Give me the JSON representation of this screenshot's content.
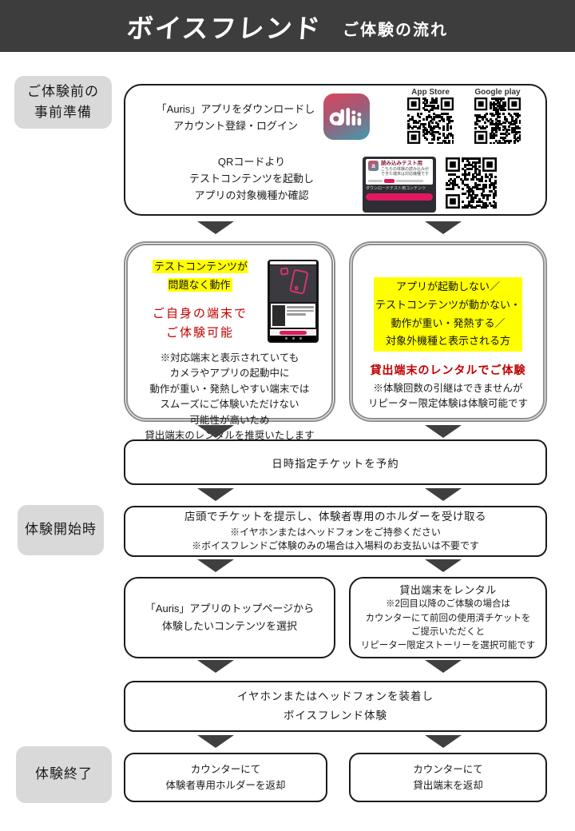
{
  "header": {
    "logo": "ボイスフレンド",
    "subtitle": "ご体験の流れ"
  },
  "stages": {
    "prep": "ご体験前の\n事前準備",
    "start": "体験開始時",
    "end": "体験終了"
  },
  "step1": {
    "download": "「Auris」アプリをダウンロードし\nアカウント登録・ログイン",
    "qr_check": "QRコードより\nテストコンテンツを起動し\nアプリの対象機種か確認",
    "app_store_label": "App Store",
    "google_play_label": "Google play",
    "test_card": {
      "title": "読み込みテスト用",
      "desc": "こちらの体験の読み込みが\nできた端末は対応機種です",
      "caption": "ダウンロードテスト用コンテンツ"
    }
  },
  "branch_left": {
    "highlight": "テストコンテンツが\n問題なく動作",
    "result": "ご自身の端末で\nご体験可能",
    "note": "※対応端末と表示されていても\nカメラやアプリの起動中に\n動作が重い・発熱しやすい端末では\nスムーズにご体験いただけない\n可能性が高いため\n貸出端末のレンタルを推奨いたします"
  },
  "branch_right": {
    "highlight": "アプリが起動しない／\nテストコンテンツが動かない・\n動作が重い・発熱する／\n対象外機種と表示される方",
    "result": "貸出端末のレンタルでご体験",
    "note": "※体験回数の引継はできませんが\nリピーター限定体験は体験可能です"
  },
  "reserve": {
    "text": "日時指定チケットを予約"
  },
  "checkin": {
    "main": "店頭でチケットを提示し、体験者専用のホルダーを受け取る",
    "note1": "※イヤホンまたはヘッドフォンをご持参ください",
    "note2": "※ボイスフレンドご体験のみの場合は入場料のお支払いは不要です"
  },
  "select_left": {
    "text": "「Auris」アプリのトップページから\n体験したいコンテンツを選択"
  },
  "rental_right": {
    "title": "貸出端末をレンタル",
    "note": "※2回目以降のご体験の場合は\nカウンターにて前回の使用済チケットを\nご提示いただくと\nリピーター限定ストーリーを選択可能です"
  },
  "experience": {
    "text": "イヤホンまたはヘッドフォンを装着し\nボイスフレンド体験"
  },
  "return_left": {
    "text": "カウンターにて\n体験者専用ホルダーを返却"
  },
  "return_right": {
    "text": "カウンターにて\n貸出端末を返却"
  },
  "icons": {
    "app_icon": "auris-app-icon",
    "app_icon_glyph": "a",
    "qr1": "app-store-qr-code",
    "qr2": "google-play-qr-code",
    "qr3": "test-content-qr-code"
  },
  "colors": {
    "banner_bg": "#3d3d3d",
    "stage_bg": "#d9d9d9",
    "highlight_yellow": "#ffff00",
    "alert_red": "#c00000",
    "arrow_gray": "#3f3f3f",
    "brand_pink": "#e0195e",
    "icon_gradient_top": "#d04a62",
    "icon_gradient_bottom": "#4e93a4",
    "double_border_gray": "#8d8d8d"
  }
}
